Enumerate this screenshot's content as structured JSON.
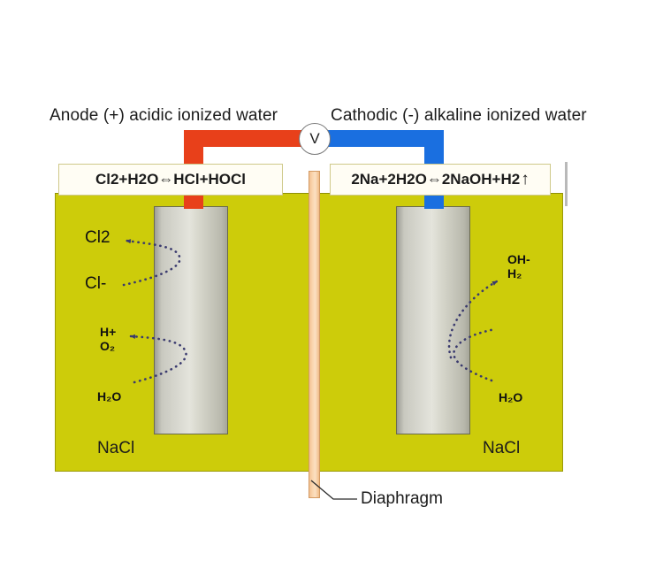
{
  "diagram": {
    "title_left": "Anode (+) acidic ionized water",
    "title_right": "Cathodic (-) alkaline ionized water",
    "voltmeter_label": "V",
    "equation_left": "Cl2+H2O⇔HCl+HOCl",
    "equation_right": "2Na+2H2O⇔2NaOH+H2",
    "equation_right_arrow": "↑",
    "diaphragm_label": "Diaphragm"
  },
  "species": {
    "anode": {
      "product_gas": "Cl2",
      "reactant_ion": "Cl-",
      "product_acid": "H+",
      "product_oxygen": "O₂",
      "reactant_water": "H₂O",
      "electrolyte": "NaCl"
    },
    "cathode": {
      "product_hydroxide": "OH-",
      "product_hydrogen": "H₂",
      "reactant_water": "H₂O",
      "electrolyte": "NaCl"
    }
  },
  "colors": {
    "anode_wire": "#e8401a",
    "cathode_wire": "#1a6fe0",
    "electrolyte": "#cdcc0a",
    "diaphragm": "#f3c294",
    "electrode": "#d6d6cb",
    "arrow": "#3a3a6e",
    "text": "#1b1b1b"
  }
}
